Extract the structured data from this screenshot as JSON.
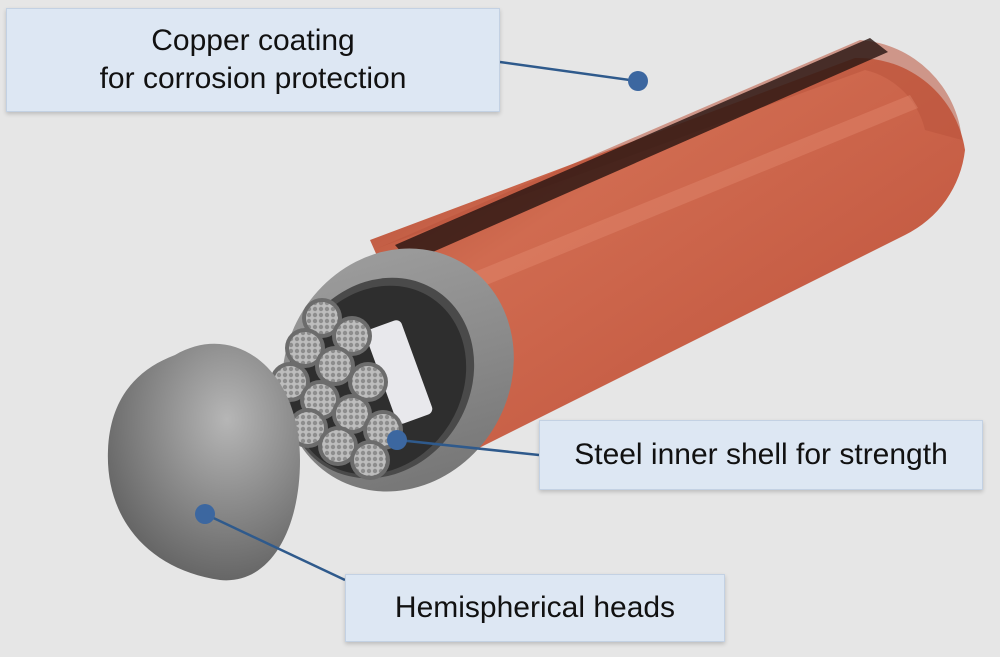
{
  "labels": {
    "copper": {
      "line1": "Copper coating",
      "line2": "for corrosion protection"
    },
    "steel": "Steel inner shell for strength",
    "heads": "Hemispherical heads"
  },
  "colors": {
    "background": "#e6e6e6",
    "label_fill": "#dde7f3",
    "callout_line": "#2f5a8c",
    "callout_dot": "#3c67a0",
    "copper": "#c9634a",
    "steel": "#8d8d8d"
  }
}
